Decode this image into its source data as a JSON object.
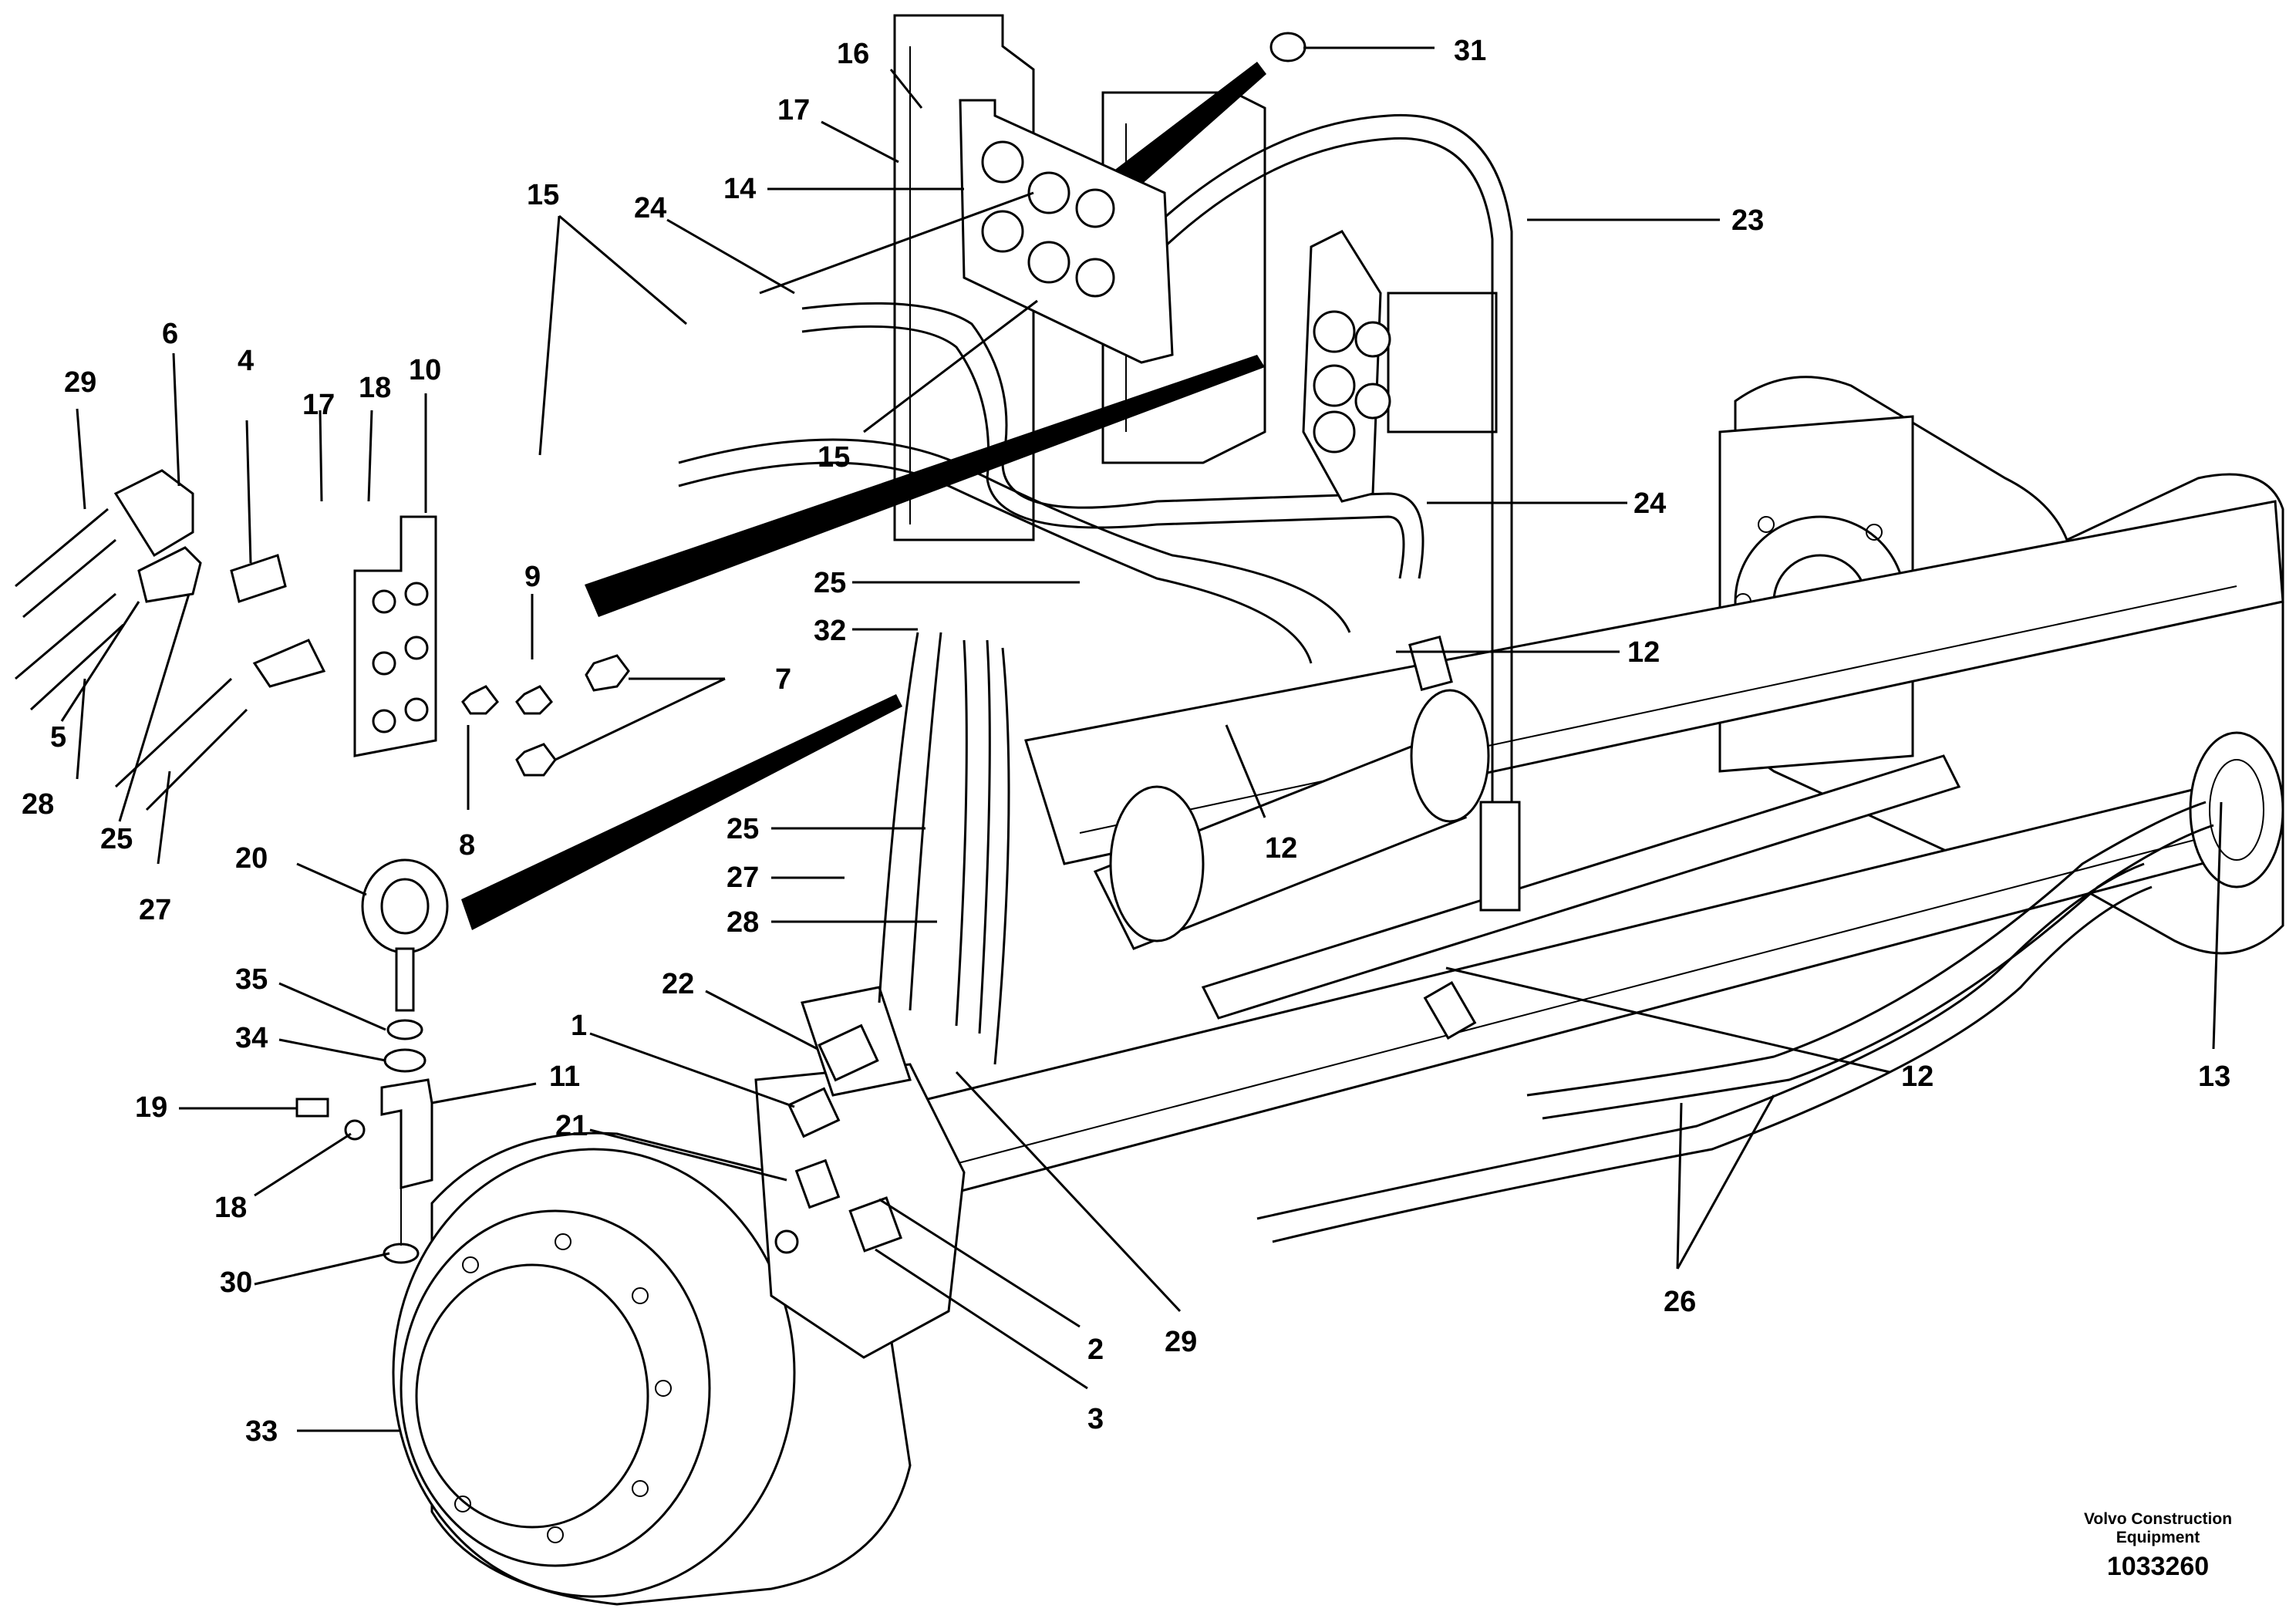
{
  "diagram": {
    "callouts": {
      "c1": "1",
      "c2": "2",
      "c3": "3",
      "c4": "4",
      "c5": "5",
      "c6": "6",
      "c7": "7",
      "c8": "8",
      "c9": "9",
      "c10": "10",
      "c11": "11",
      "c12a": "12",
      "c12b": "12",
      "c12c": "12",
      "c13": "13",
      "c14": "14",
      "c15a": "15",
      "c15b": "15",
      "c16": "16",
      "c17a": "17",
      "c17b": "17",
      "c18a": "18",
      "c18b": "18",
      "c19": "19",
      "c20": "20",
      "c21": "21",
      "c22": "22",
      "c23": "23",
      "c24a": "24",
      "c24b": "24",
      "c25a": "25",
      "c25b": "25",
      "c25c": "25",
      "c26": "26",
      "c27a": "27",
      "c27b": "27",
      "c28a": "28",
      "c28b": "28",
      "c29a": "29",
      "c29b": "29",
      "c30": "30",
      "c31": "31",
      "c32": "32",
      "c33": "33",
      "c34": "34",
      "c35": "35"
    },
    "brand_line1": "Volvo Construction",
    "brand_line2": "Equipment",
    "document_number": "1033260"
  }
}
